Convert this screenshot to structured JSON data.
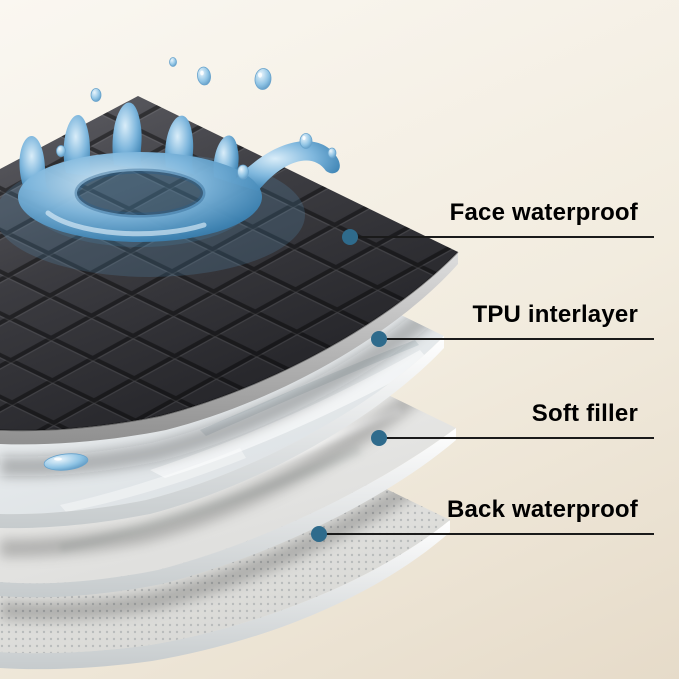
{
  "callouts": [
    {
      "label": "Face waterproof"
    },
    {
      "label": "TPU interlayer"
    },
    {
      "label": "Soft filler"
    },
    {
      "label": "Back waterproof"
    }
  ],
  "colors": {
    "background-top": "#faf7f1",
    "background-bottom": "#e6dbc9",
    "label-text": "#000000",
    "callout-line": "#1a1a1a",
    "marker-dot": "#2f6b8c",
    "face-layer": "#3a3a3e",
    "tpu-layer": "#eef1f3",
    "soft-filler-layer": "#f0f0ee",
    "back-layer": "#e7e8e6",
    "water": "#4e93c4"
  }
}
